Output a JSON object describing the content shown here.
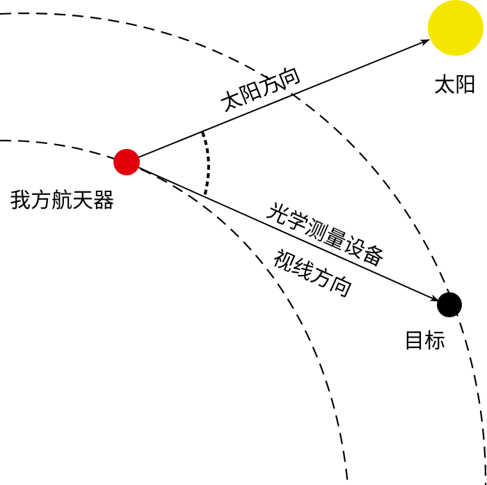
{
  "labels": {
    "sun": "太阳",
    "sun_direction": "太阳方向",
    "spacecraft": "我方航天器",
    "los_line1": "光学测量设备",
    "los_line2": "视线方向",
    "target": "目标"
  },
  "colors": {
    "sun": "#f5e600",
    "spacecraft": "#e3000b",
    "target": "#000000",
    "lines": "#000000"
  }
}
